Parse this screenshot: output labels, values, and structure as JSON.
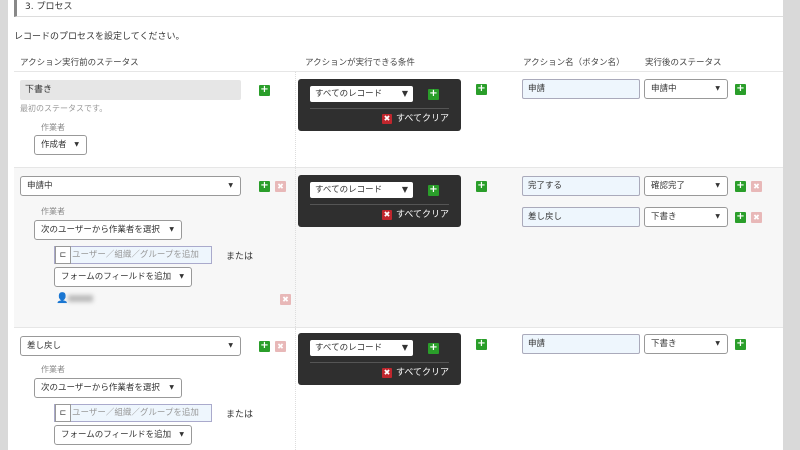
{
  "section": {
    "title": "3. プロセス",
    "description": "レコードのプロセスを設定してください。"
  },
  "headers": {
    "before_status": "アクション実行前のステータス",
    "condition": "アクションが実行できる条件",
    "action_name": "アクション名（ボタン名）",
    "after_status": "実行後のステータス"
  },
  "common": {
    "assignee_label": "作業者",
    "all_records": "すべてのレコード",
    "clear_all": "すべてクリア",
    "user_placeholder": "ユーザー／組織／グループを追加",
    "or": "または",
    "add_field": "フォームのフィールドを追加",
    "first_status_note": "最初のステータスです。"
  },
  "rows": [
    {
      "status": "下書き",
      "assignee": "作成者",
      "actions": [
        {
          "name": "申請",
          "next": "申請中"
        }
      ]
    },
    {
      "status": "申請中",
      "assignee": "次のユーザーから作業者を選択",
      "actions": [
        {
          "name": "完了する",
          "next": "確認完了"
        },
        {
          "name": "差し戻し",
          "next": "下書き"
        }
      ]
    },
    {
      "status": "差し戻し",
      "assignee": "次のユーザーから作業者を選択",
      "actions": [
        {
          "name": "申請",
          "next": "下書き"
        }
      ]
    }
  ],
  "icons": {
    "add": "plus-icon",
    "delete": "x-icon",
    "user": "user-icon",
    "org": "org-tree-icon"
  },
  "colors": {
    "add": "#2a9e2a",
    "delete_disabled": "#e8b8b8",
    "clear": "#c0262d",
    "condition_bg": "#2f2f2f"
  }
}
